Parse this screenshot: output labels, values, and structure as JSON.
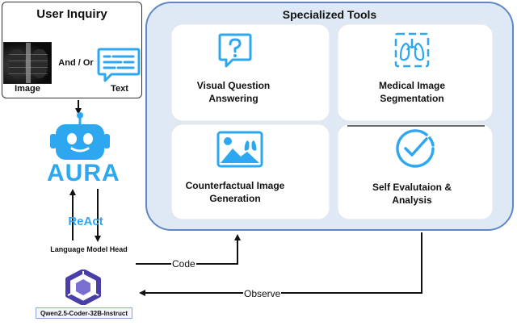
{
  "inquiry": {
    "title": "User Inquiry",
    "image_label": "Image",
    "connector": "And / Or",
    "text_label": "Text"
  },
  "agent": {
    "name": "AURA",
    "reasoning": "ReAct",
    "lm_head": "Language Model Head",
    "model_name": "Qwen2.5-Coder-32B-Instruct"
  },
  "tools": {
    "title": "Specialized Tools",
    "items": [
      {
        "label_line1": "Visual Question",
        "label_line2": "Answering",
        "icon": "question-bubble-icon"
      },
      {
        "label_line1": "Medical Image",
        "label_line2": "Segmentation",
        "icon": "lungs-icon"
      },
      {
        "label_line1": "Counterfactual Image",
        "label_line2": "Generation",
        "icon": "image-lungs-icon"
      },
      {
        "label_line1": "Self Evalutaion &",
        "label_line2": "Analysis",
        "icon": "check-gauge-icon"
      }
    ]
  },
  "flow": {
    "code": "Code",
    "observe": "Observe"
  },
  "colors": {
    "accent": "#2da8f0",
    "panel_border": "#5e87c4",
    "panel_fill": "#dfe9f6",
    "model_purple": "#4a3ea8"
  }
}
